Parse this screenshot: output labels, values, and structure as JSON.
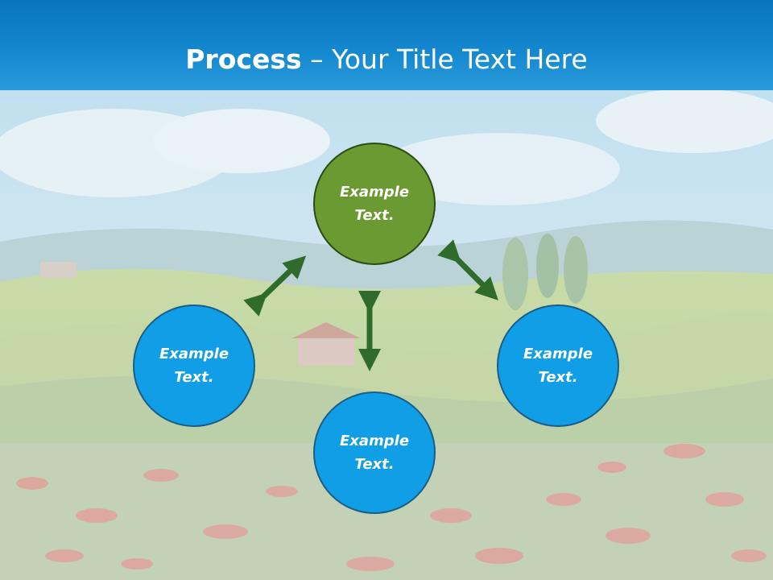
{
  "slide": {
    "title_bold": "Process",
    "title_rest": " – Your Title Text Here"
  },
  "nodes": {
    "top": {
      "line1": "Example",
      "line2": "Text."
    },
    "left": {
      "line1": "Example",
      "line2": "Text."
    },
    "right": {
      "line1": "Example",
      "line2": "Text."
    },
    "bottom": {
      "line1": "Example",
      "line2": "Text."
    }
  },
  "colors": {
    "header_blue": "#0f7fc6",
    "node_blue": "#109fe6",
    "node_green": "#6b9a32",
    "arrow_green": "#2f6b2a"
  }
}
